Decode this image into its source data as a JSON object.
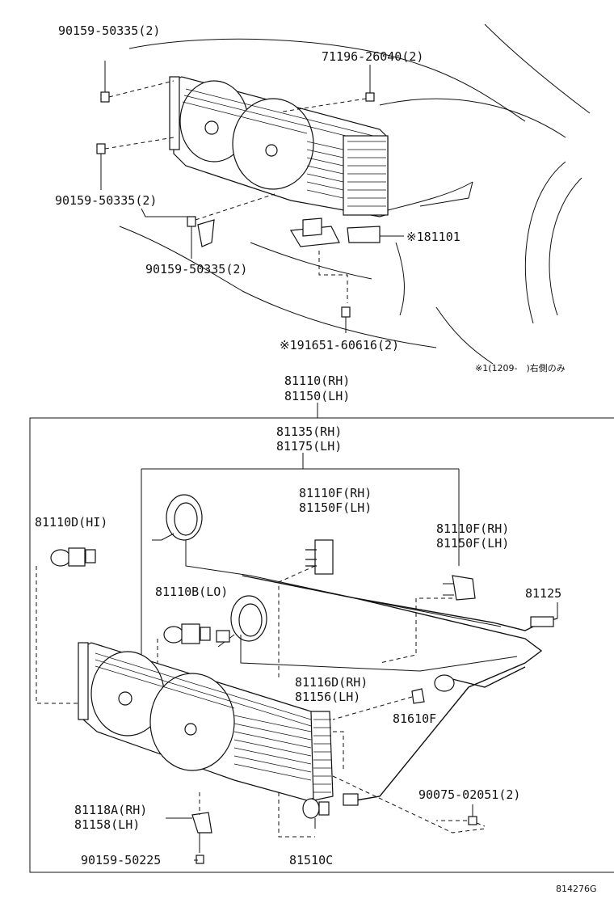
{
  "labels": {
    "bolt_top": "90159-50335(2)",
    "clip_top": "71196-26040(2)",
    "bolt_left": "90159-50335(2)",
    "bolt_mid": "90159-50335(2)",
    "bracket_note": "※181101",
    "screw_note": "※191651-60616(2)",
    "footnote": "※1(1209-　)右側のみ",
    "assy_rh": "81110(RH)",
    "assy_lh": "81150(LH)",
    "unit_rh": "81135(RH)",
    "unit_lh": "81175(LH)",
    "bulb_hi": "81110D(HI)",
    "bulb_lo": "81110B(LO)",
    "bracket_mid_rh": "81110F(RH)",
    "bracket_mid_lh": "81150F(LH)",
    "bracket_right_rh": "81110F(RH)",
    "bracket_right_lh": "81150F(LH)",
    "wire": "81125",
    "corner_rh": "81116D(RH)",
    "corner_lh": "81156(LH)",
    "bulb_side": "81610F",
    "screw_corner": "90075-02051(2)",
    "bracket_low_rh": "81118A(RH)",
    "bracket_low_lh": "81158(LH)",
    "bolt_bottom": "90159-50225",
    "bulb_signal": "81510C",
    "diagram_id": "814276G"
  }
}
